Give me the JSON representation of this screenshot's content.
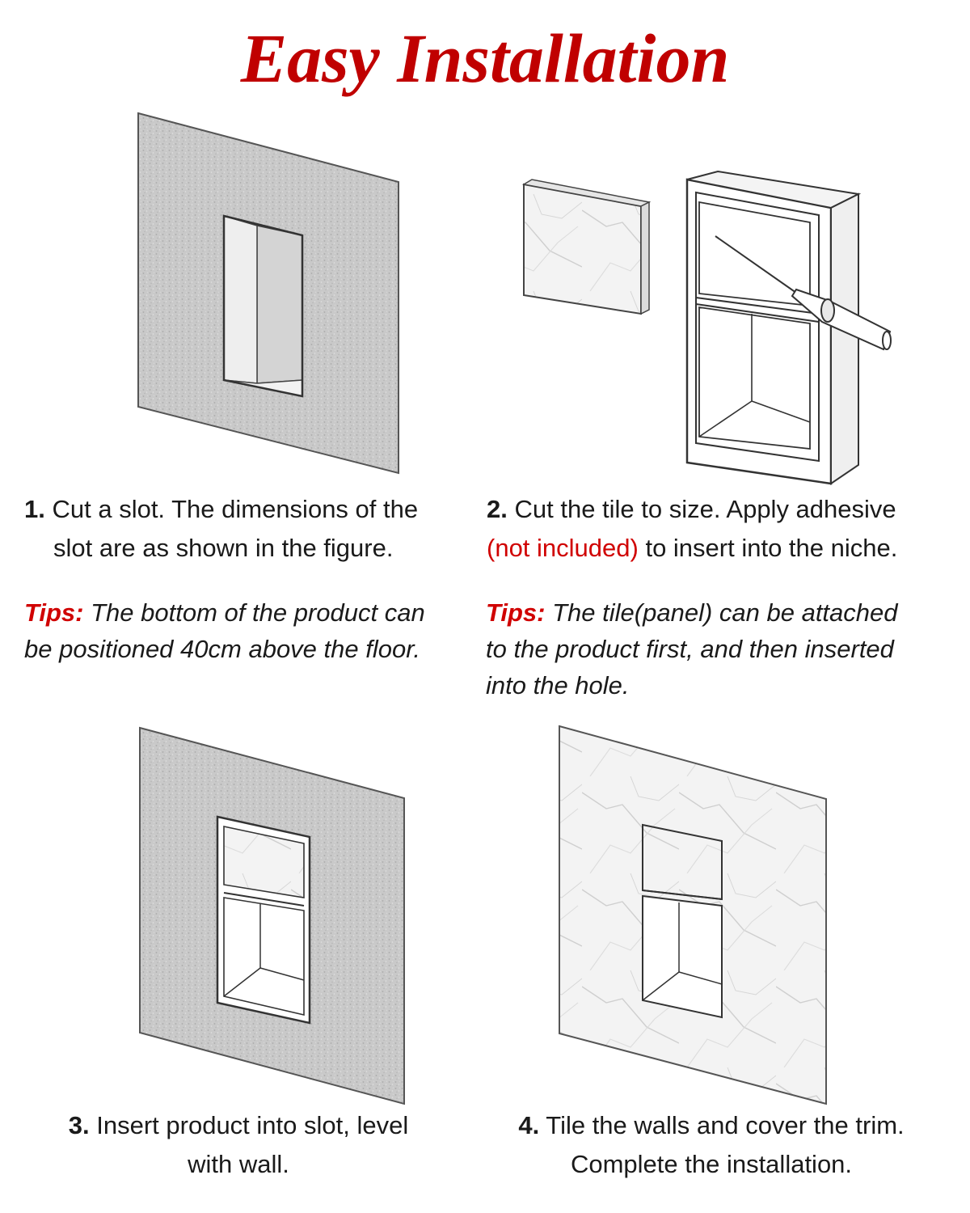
{
  "title": "Easy Installation",
  "accent_color": "#c00000",
  "text_color": "#1a1a1a",
  "steps": [
    {
      "num": "1.",
      "line1": "Cut a slot. The dimensions of the",
      "line2": "slot are as shown in the figure."
    },
    {
      "num": "2.",
      "line1": "Cut the tile to size. Apply adhesive",
      "highlight": "(not included)",
      "line2": " to insert into the niche."
    },
    {
      "num": "3.",
      "line1": "Insert product into slot, level",
      "line2": "with wall."
    },
    {
      "num": "4.",
      "line1": "Tile the walls and cover the trim.",
      "line2": "Complete the installation."
    }
  ],
  "tips": [
    {
      "label": "Tips:",
      "line1": "The bottom of the product can",
      "line2": "be positioned 40cm above the floor."
    },
    {
      "label": "Tips:",
      "line1": "The tile(panel) can be attached",
      "line2": "to the product first, and then inserted",
      "line3": "into the hole."
    }
  ]
}
